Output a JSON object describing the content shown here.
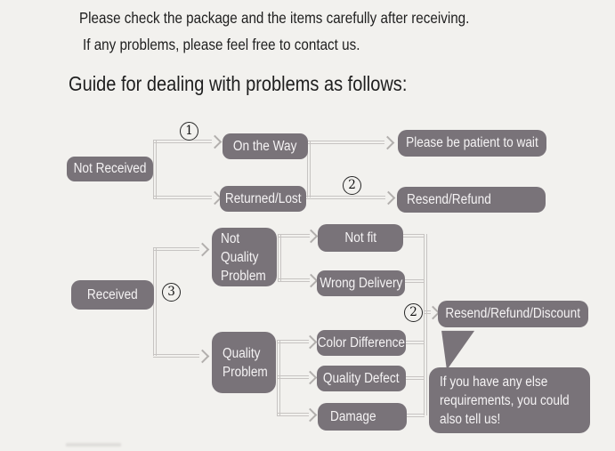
{
  "intro": {
    "line1": "Please check the package and the items carefully after receiving.",
    "line2": "If any problems, please feel free to contact us.",
    "heading": "Guide for dealing with problems as follows:"
  },
  "badges": {
    "step1": "1",
    "step2": "2",
    "step3": "3"
  },
  "flow": {
    "not_received": "Not Received",
    "on_the_way": "On the Way",
    "returned_lost": "Returned/Lost",
    "please_wait": "Please be patient to wait",
    "resend_refund": "Resend/Refund",
    "received": "Received",
    "not_quality_problem": "Not\nQuality\nProblem",
    "not_fit": "Not fit",
    "wrong_delivery": "Wrong Delivery",
    "quality_problem": "Quality\nProblem",
    "color_difference": "Color Difference",
    "quality_defect": "Quality Defect",
    "damage": "Damage",
    "resend_refund_discount": "Resend/Refund/Discount",
    "bubble": "If you have any else\nrequirements, you could\nalso tell us!"
  },
  "colors": {
    "background": "#f2f1ee",
    "box": "#797379",
    "box_text": "#f5f3f4",
    "connector_line": "#c7c4c2",
    "badge_ink": "#1e1e1e"
  }
}
